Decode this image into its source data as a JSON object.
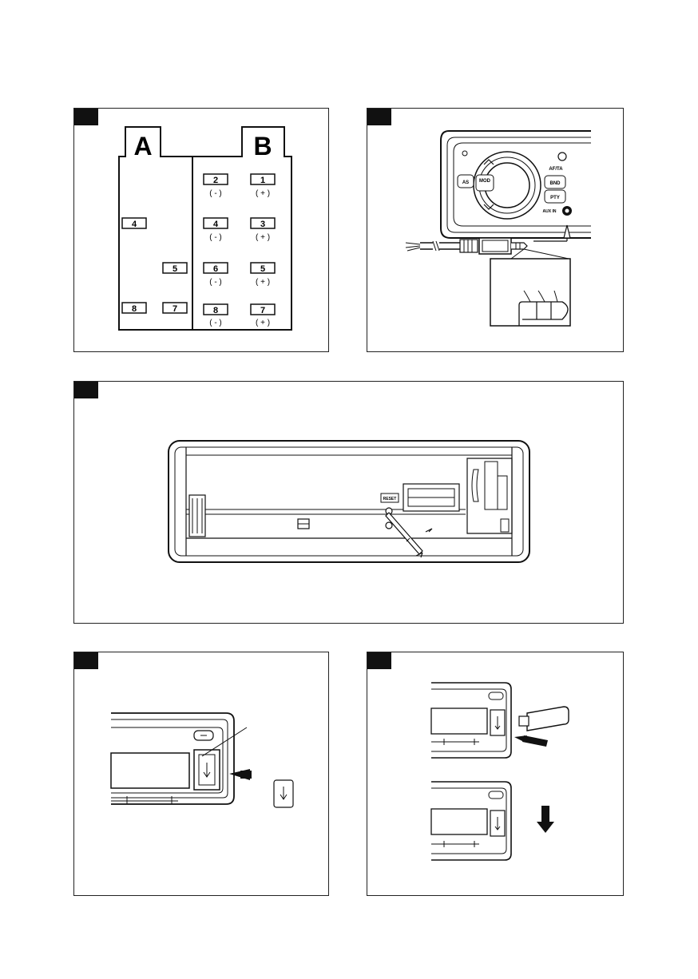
{
  "connector": {
    "a_label": "A",
    "b_label": "B",
    "a_pins": [
      "4",
      "5",
      "8",
      "7"
    ],
    "b_pins": [
      {
        "num": "2",
        "pol": "( - )"
      },
      {
        "num": "1",
        "pol": "( + )"
      },
      {
        "num": "4",
        "pol": "( - )"
      },
      {
        "num": "3",
        "pol": "( + )"
      },
      {
        "num": "6",
        "pol": "( - )"
      },
      {
        "num": "5",
        "pol": "( + )"
      },
      {
        "num": "8",
        "pol": "( - )"
      },
      {
        "num": "7",
        "pol": "( + )"
      }
    ]
  },
  "aux": {
    "buttons": [
      "AS",
      "MOD",
      "BND",
      "PTY"
    ],
    "top_label": "AF/TA",
    "port_label": "AUX IN"
  },
  "reset": {
    "button_label": "RESET"
  }
}
